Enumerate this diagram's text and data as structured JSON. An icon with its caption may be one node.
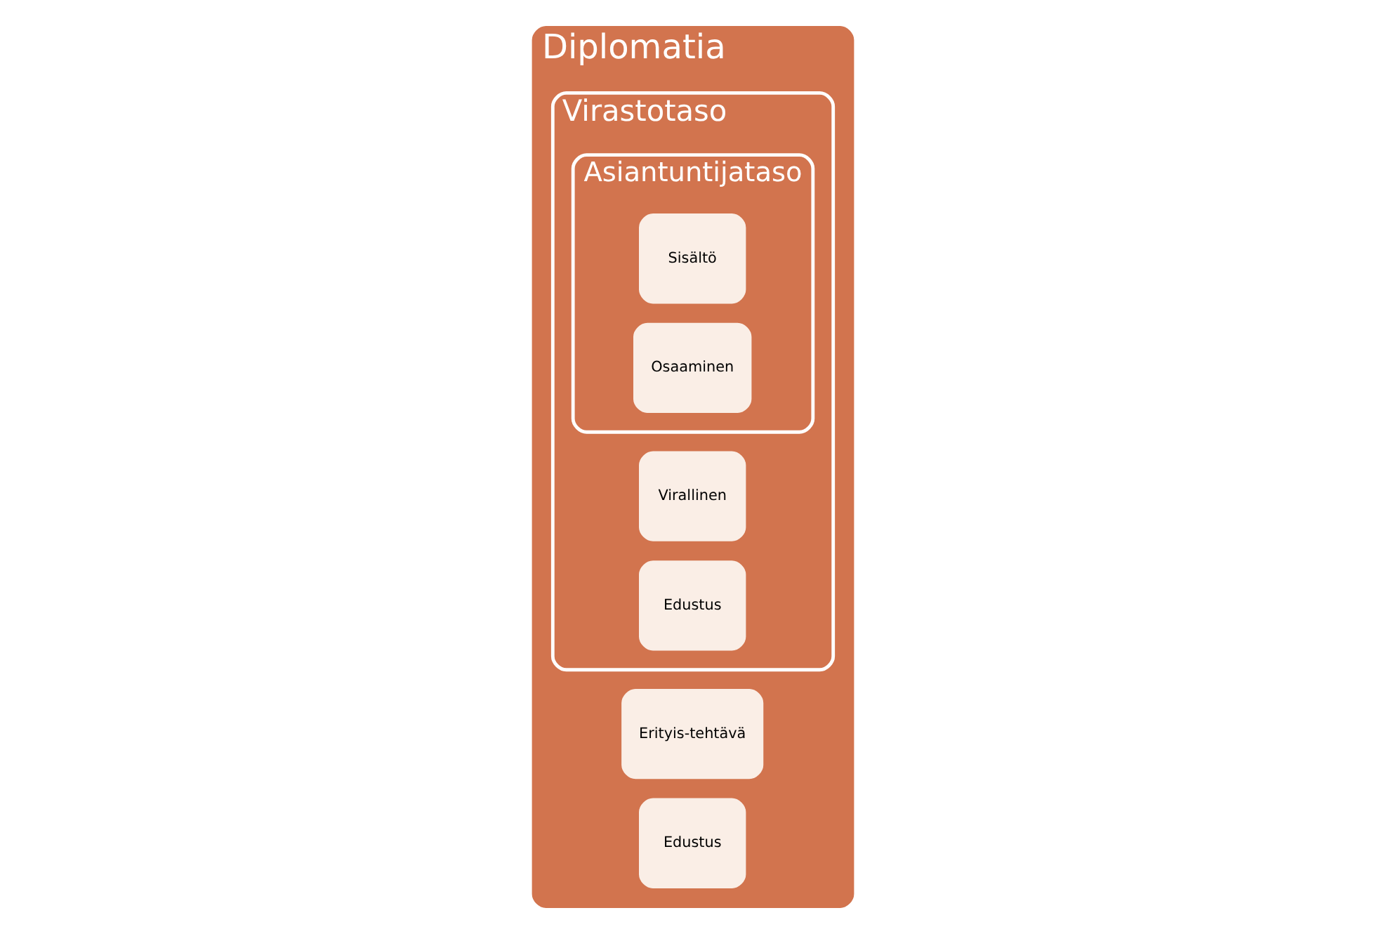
{
  "diagram": {
    "nodes": [
      {
        "text": [
          "Diplomatia"
        ]
      },
      {
        "text": [
          "Erityis-tehtävä"
        ],
        "in": 0
      },
      {
        "text": [
          "Edustus"
        ],
        "in": 0
      },
      {
        "text": [
          "Virastotaso"
        ],
        "in": 0
      },
      {
        "text": [
          "Virallinen"
        ],
        "in": 3
      },
      {
        "text": [
          "Edustus"
        ],
        "in": 3
      },
      {
        "text": [
          "Asiantuntijataso"
        ],
        "in": 3
      },
      {
        "text": [
          "Sisältö"
        ],
        "in": 6
      },
      {
        "text": [
          "Osaaminen"
        ],
        "in": 6
      }
    ]
  }
}
